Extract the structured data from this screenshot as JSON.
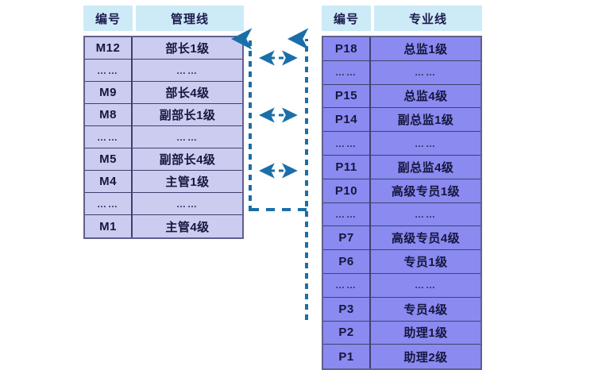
{
  "diagram": {
    "title_visible": false,
    "background_color": "#ffffff",
    "accent_color": "#1a6fa8",
    "header_fill": "#cdeaf7",
    "left_table_fill": "#ccccf0",
    "right_table_fill": "#8a8af0",
    "border_color": "#40406f"
  },
  "tables": [
    {
      "id": "management",
      "headers": [
        "编号",
        "管理线"
      ],
      "rows": [
        {
          "code": "M12",
          "name": "部长1级",
          "ellipsis": false
        },
        {
          "code": "……",
          "name": "……",
          "ellipsis": true
        },
        {
          "code": "M9",
          "name": "部长4级",
          "ellipsis": false
        },
        {
          "code": "M8",
          "name": "副部长1级",
          "ellipsis": false
        },
        {
          "code": "……",
          "name": "……",
          "ellipsis": true
        },
        {
          "code": "M5",
          "name": "副部长4级",
          "ellipsis": false
        },
        {
          "code": "M4",
          "name": "主管1级",
          "ellipsis": false
        },
        {
          "code": "……",
          "name": "……",
          "ellipsis": true
        },
        {
          "code": "M1",
          "name": "主管4级",
          "ellipsis": false
        }
      ]
    },
    {
      "id": "professional",
      "headers": [
        "编号",
        "专业线"
      ],
      "rows": [
        {
          "code": "P18",
          "name": "总监1级",
          "ellipsis": false
        },
        {
          "code": "……",
          "name": "……",
          "ellipsis": true
        },
        {
          "code": "P15",
          "name": "总监4级",
          "ellipsis": false
        },
        {
          "code": "P14",
          "name": "副总监1级",
          "ellipsis": false
        },
        {
          "code": "……",
          "name": "……",
          "ellipsis": true
        },
        {
          "code": "P11",
          "name": "副总监4级",
          "ellipsis": false
        },
        {
          "code": "P10",
          "name": "高级专员1级",
          "ellipsis": false
        },
        {
          "code": "……",
          "name": "……",
          "ellipsis": true
        },
        {
          "code": "P7",
          "name": "高级专员4级",
          "ellipsis": false
        },
        {
          "code": "P6",
          "name": "专员1级",
          "ellipsis": false
        },
        {
          "code": "……",
          "name": "……",
          "ellipsis": true
        },
        {
          "code": "P3",
          "name": "专员4级",
          "ellipsis": false
        },
        {
          "code": "P2",
          "name": "助理1级",
          "ellipsis": false
        },
        {
          "code": "P1",
          "name": "助理2级",
          "ellipsis": false
        }
      ]
    }
  ],
  "connectors": {
    "vertical_arrows": [
      {
        "name": "management-up-arrow",
        "direction": "up"
      },
      {
        "name": "professional-up-arrow",
        "direction": "up"
      }
    ],
    "horizontal_arrows": [
      {
        "name": "cross-link-top",
        "direction": "both"
      },
      {
        "name": "cross-link-middle",
        "direction": "both"
      },
      {
        "name": "cross-link-bottom",
        "direction": "both"
      }
    ],
    "base_link": {
      "name": "base-dashed-link",
      "direction": "none"
    }
  }
}
